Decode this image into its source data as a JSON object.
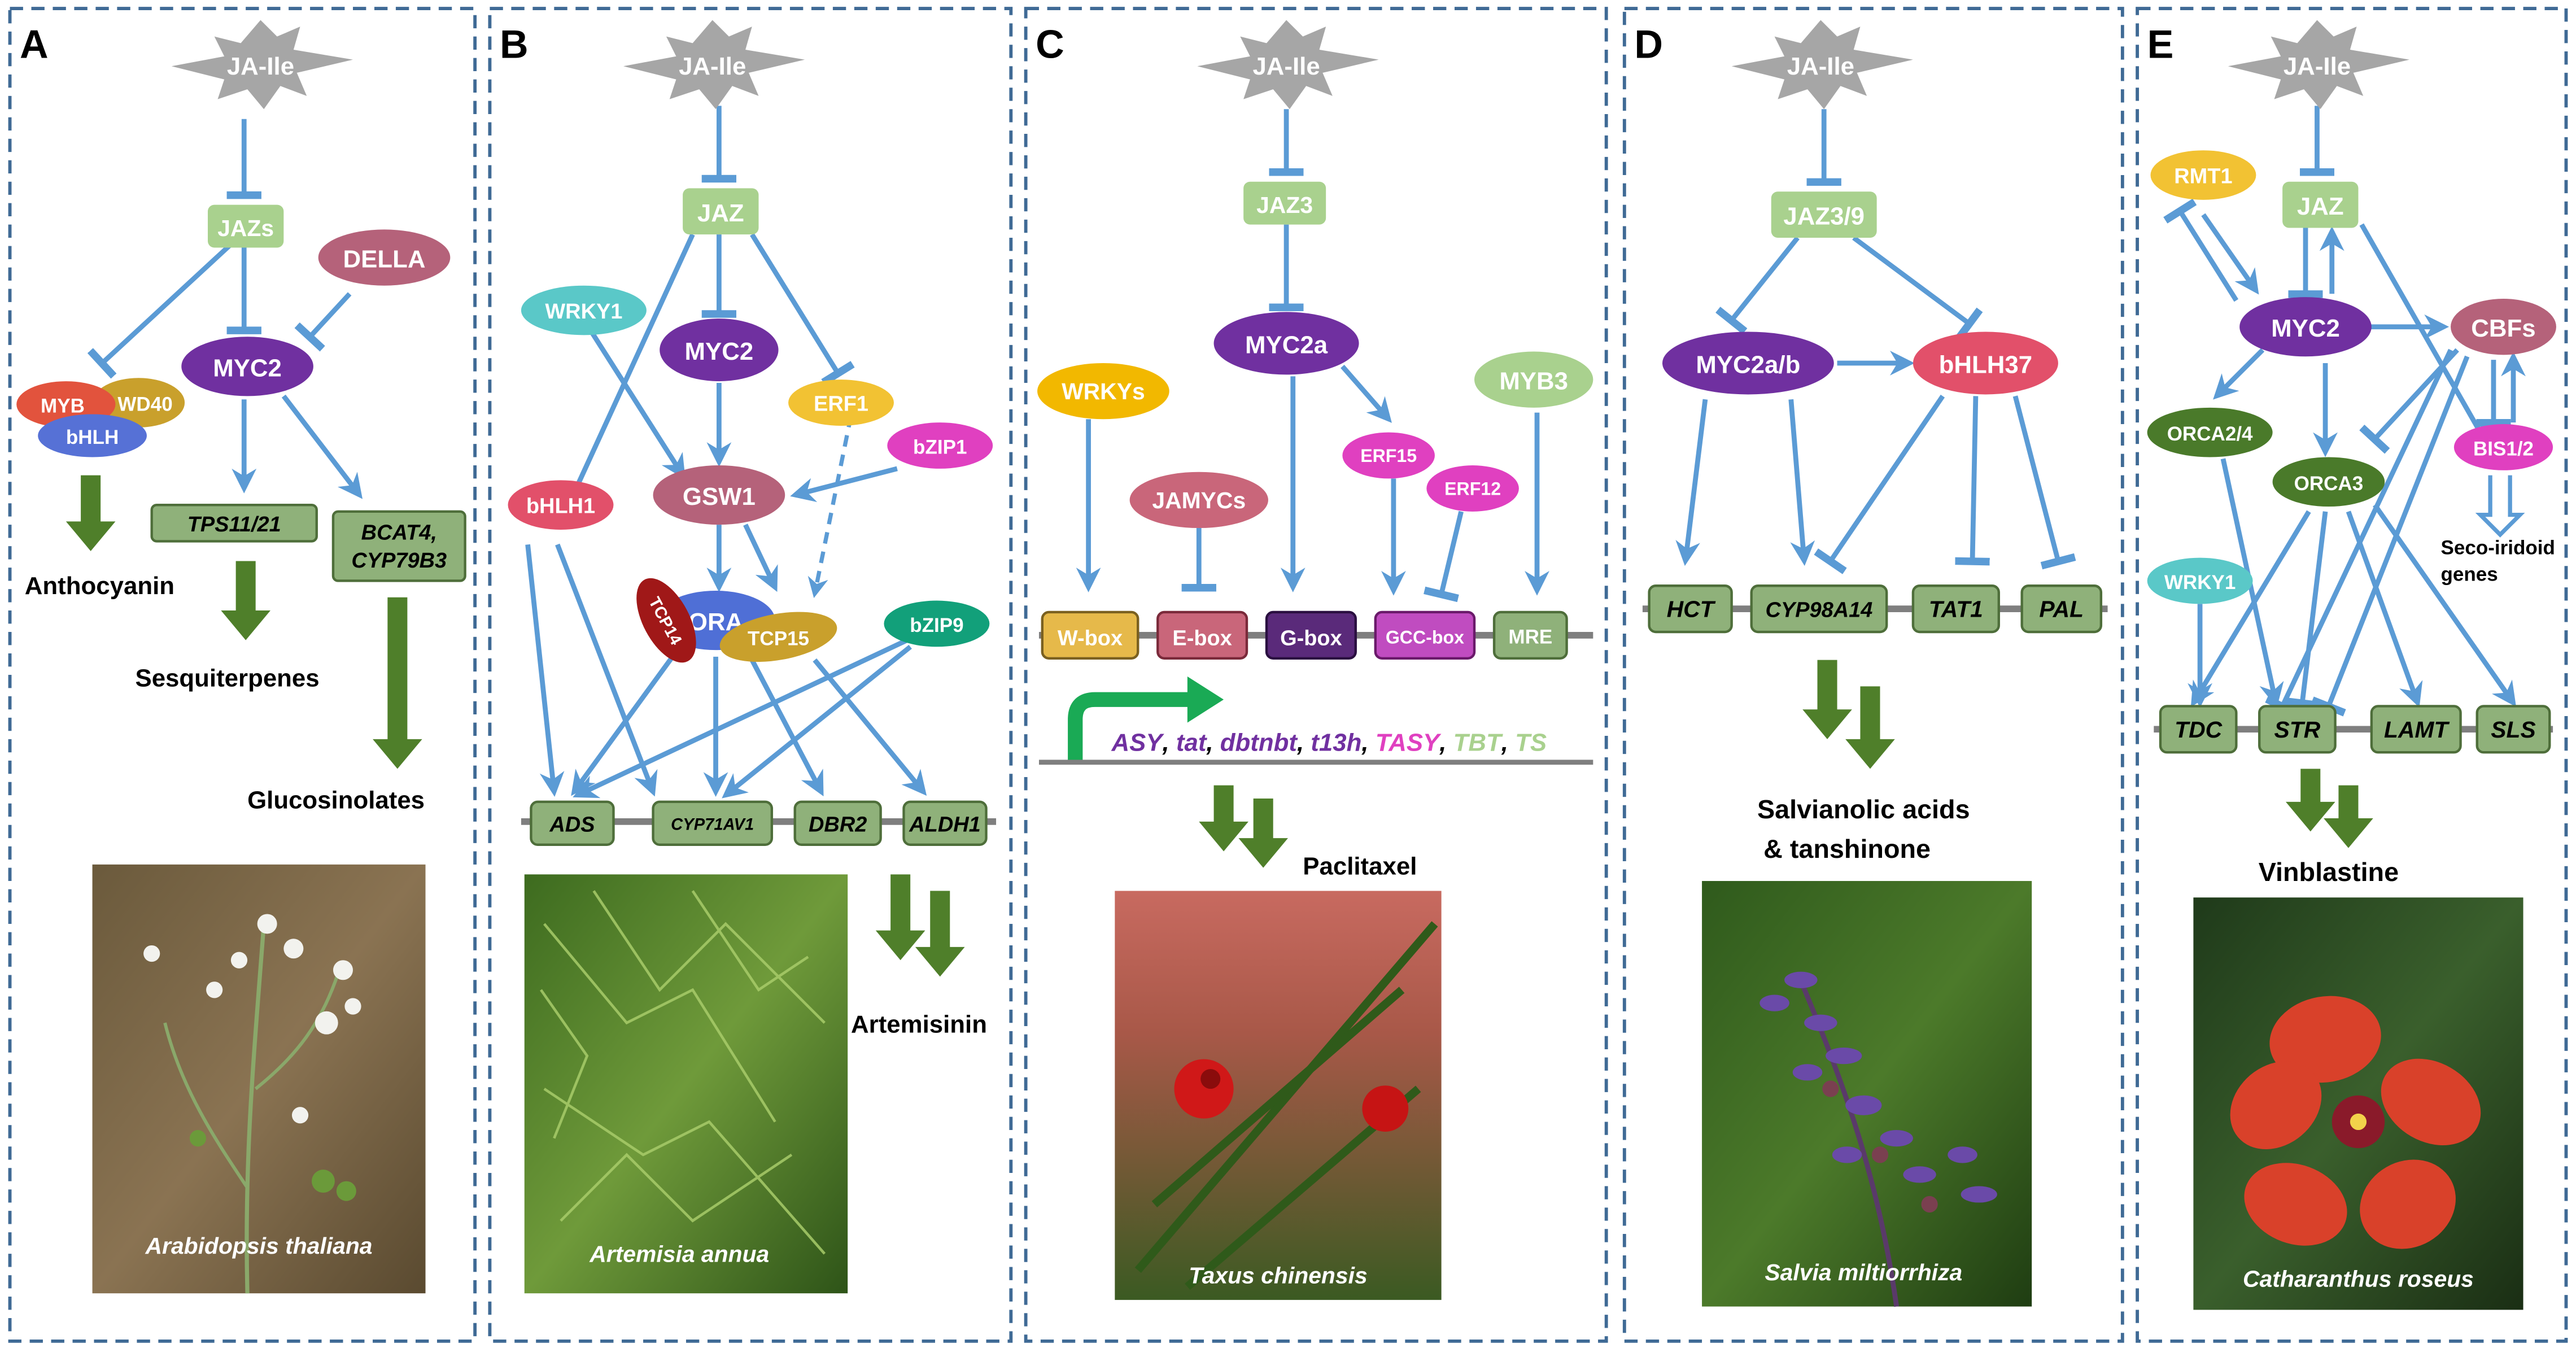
{
  "colors": {
    "arrow": "#5b9bd5",
    "dash": "#3f6fa5",
    "output_arrow": "#4f7f2a",
    "gene_box": "#8fb17a",
    "gene_box_border": "#4e6e3a",
    "star": "#a6a6a6",
    "jaz": "#a9d18e",
    "myc2": "#7030a0"
  },
  "panels": [
    {
      "letter": "A",
      "hormone": "JA-Ile",
      "jaz": "JAZs",
      "della": "DELLA",
      "myc2": "MYC2",
      "myb": "MYB",
      "wd40": "WD40",
      "bhlh": "bHLH",
      "genes": [
        "TPS11/21",
        "BCAT4,",
        "CYP79B3"
      ],
      "products": [
        "Anthocyanin",
        "Sesquiterpenes",
        "Glucosinolates"
      ],
      "species": "Arabidopsis thaliana"
    },
    {
      "letter": "B",
      "hormone": "JA-Ile",
      "jaz": "JAZ",
      "wrky": "WRKY1",
      "myc2": "MYC2",
      "erf": "ERF1",
      "bzip1": "bZIP1",
      "gsw": "GSW1",
      "bhlh1": "bHLH1",
      "tcp14": "TCP14",
      "ora": "ORA",
      "tcp15": "TCP15",
      "bzip9": "bZIP9",
      "genes": [
        "ADS",
        "CYP71AV1",
        "DBR2",
        "ALDH1"
      ],
      "product": "Artemisinin",
      "species": "Artemisia annua"
    },
    {
      "letter": "C",
      "hormone": "JA-Ile",
      "jaz": "JAZ3",
      "myc2": "MYC2a",
      "wrky": "WRKYs",
      "jamyc": "JAMYCs",
      "erf15": "ERF15",
      "erf12": "ERF12",
      "myb": "MYB3",
      "boxes": [
        "W-box",
        "E-box",
        "G-box",
        "GCC-box",
        "MRE"
      ],
      "genes": [
        {
          "text": "ASY",
          "color": "#7030a0"
        },
        {
          "text": ", ",
          "color": "#000000"
        },
        {
          "text": "tat",
          "color": "#7030a0"
        },
        {
          "text": ", ",
          "color": "#000000"
        },
        {
          "text": "dbtnbt",
          "color": "#7030a0"
        },
        {
          "text": ", ",
          "color": "#000000"
        },
        {
          "text": "t13h",
          "color": "#7030a0"
        },
        {
          "text": ", ",
          "color": "#000000"
        },
        {
          "text": "TASY",
          "color": "#e040c0"
        },
        {
          "text": ", ",
          "color": "#000000"
        },
        {
          "text": "TBT",
          "color": "#a9d18e"
        },
        {
          "text": ", ",
          "color": "#000000"
        },
        {
          "text": "TS",
          "color": "#a9d18e"
        }
      ],
      "product": "Paclitaxel",
      "species": "Taxus chinensis"
    },
    {
      "letter": "D",
      "hormone": "JA-Ile",
      "jaz": "JAZ3/9",
      "myc2": "MYC2a/b",
      "bhlh": "bHLH37",
      "genes": [
        "HCT",
        "CYP98A14",
        "TAT1",
        "PAL"
      ],
      "product_line1": "Salvianolic acids",
      "product_line2": "& tanshinone",
      "species": "Salvia miltiorrhiza"
    },
    {
      "letter": "E",
      "hormone": "JA-Ile",
      "jaz": "JAZ",
      "rmt": "RMT1",
      "myc2": "MYC2",
      "cbfs": "CBFs",
      "orca24": "ORCA2/4",
      "orca3": "ORCA3",
      "bis": "BIS1/2",
      "seco_line1": "Seco-iridoid",
      "seco_line2": "genes",
      "wrky": "WRKY1",
      "genes": [
        "TDC",
        "STR",
        "LAMT",
        "SLS"
      ],
      "product": "Vinblastine",
      "species": "Catharanthus roseus"
    }
  ]
}
